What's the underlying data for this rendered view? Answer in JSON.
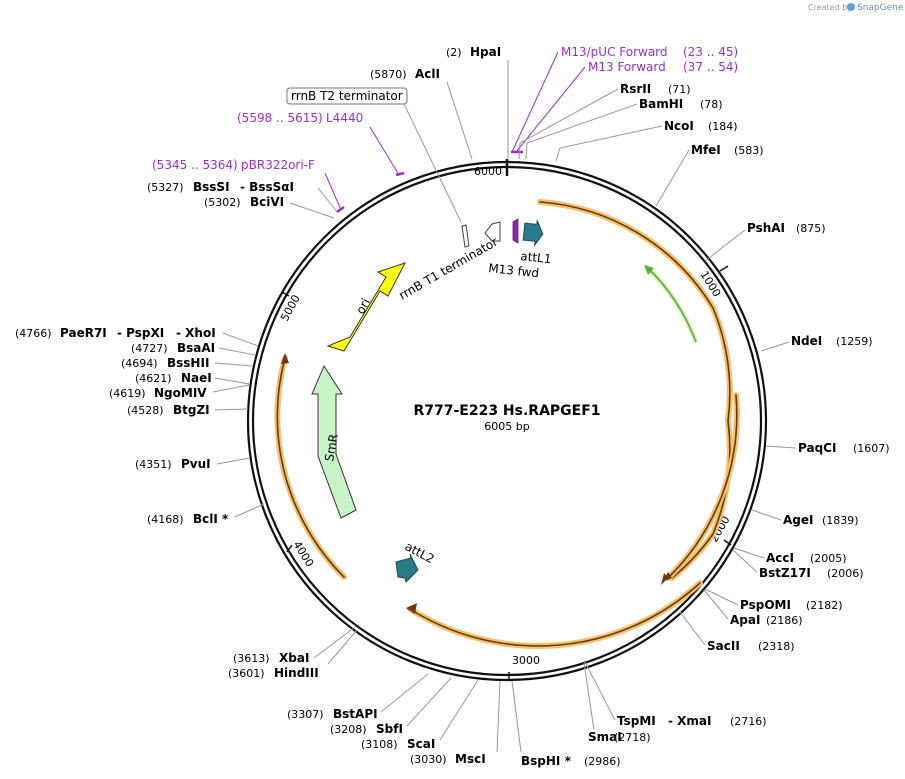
{
  "credit": {
    "created_by": "Created by",
    "brand": "SnapGene"
  },
  "plasmid": {
    "name": "R777-E223 Hs.RAPGEF1",
    "size": "6005 bp"
  },
  "ticks": [
    "1000",
    "2000",
    "3000",
    "4000",
    "5000",
    "6000"
  ],
  "features": {
    "ori": "ori",
    "smr": "SmR",
    "attl1": "attL1",
    "attl2": "attL2",
    "m13fwd": "M13 fwd",
    "rrnb_t1": "rrnB T1 terminator",
    "rrnb_t2": "rrnB T2 terminator"
  },
  "primers": [
    {
      "name": "M13/pUC Forward",
      "range": "(23 .. 45)"
    },
    {
      "name": "M13 Forward",
      "range": "(37 .. 54)"
    },
    {
      "name": "L4440",
      "range": "(5598 .. 5615)"
    },
    {
      "name": "pBR322ori-F",
      "range": "(5345 .. 5364)"
    }
  ],
  "sites": [
    {
      "name": "HpaI",
      "pos": "(2)"
    },
    {
      "name": "AclI",
      "pos": "(5870)"
    },
    {
      "name": "RsrII",
      "pos": "(71)"
    },
    {
      "name": "BamHI",
      "pos": "(78)"
    },
    {
      "name": "NcoI",
      "pos": "(184)"
    },
    {
      "name": "MfeI",
      "pos": "(583)"
    },
    {
      "name": "PshAI",
      "pos": "(875)"
    },
    {
      "name": "NdeI",
      "pos": "(1259)"
    },
    {
      "name": "PaqCI",
      "pos": "(1607)"
    },
    {
      "name": "AgeI",
      "pos": "(1839)"
    },
    {
      "name": "AccI",
      "pos": "(2005)"
    },
    {
      "name": "BstZ17I",
      "pos": "(2006)"
    },
    {
      "name": "PspOMI",
      "pos": "(2182)"
    },
    {
      "name": "ApaI",
      "pos": "(2186)"
    },
    {
      "name": "SacII",
      "pos": "(2318)"
    },
    {
      "name": "TspMI",
      "name2": "XmaI",
      "pos": "(2716)"
    },
    {
      "name": "SmaI",
      "pos": "(2718)"
    },
    {
      "name": "BspHI *",
      "pos": "(2986)"
    },
    {
      "name": "MscI",
      "pos": "(3030)"
    },
    {
      "name": "ScaI",
      "pos": "(3108)"
    },
    {
      "name": "SbfI",
      "pos": "(3208)"
    },
    {
      "name": "BstAPI",
      "pos": "(3307)"
    },
    {
      "name": "HindIII",
      "pos": "(3601)"
    },
    {
      "name": "XbaI",
      "pos": "(3613)"
    },
    {
      "name": "BclI *",
      "pos": "(4168)"
    },
    {
      "name": "PvuI",
      "pos": "(4351)"
    },
    {
      "name": "BtgZI",
      "pos": "(4528)"
    },
    {
      "name": "NgoMIV",
      "pos": "(4619)"
    },
    {
      "name": "NaeI",
      "pos": "(4621)"
    },
    {
      "name": "BssHII",
      "pos": "(4694)"
    },
    {
      "name": "BsaAI",
      "pos": "(4727)"
    },
    {
      "name": "PaeR7I",
      "name2": "PspXI",
      "name3": "XhoI",
      "pos": "(4766)"
    },
    {
      "name": "BciVI",
      "pos": "(5302)"
    },
    {
      "name": "BssSI",
      "name2": "BssSαI",
      "pos": "(5327)"
    }
  ],
  "colors": {
    "backbone": "#111111",
    "orf_orange": "#f5c06a",
    "orf_dark": "#6a3a10",
    "ori_yellow": "#ffff00",
    "smr_green": "#c8f5c8",
    "orf_green": "#5db12e",
    "att_teal": "#2a7b8a",
    "m13_purple": "#8a2ab0",
    "primer_purple": "#9a30c8"
  }
}
